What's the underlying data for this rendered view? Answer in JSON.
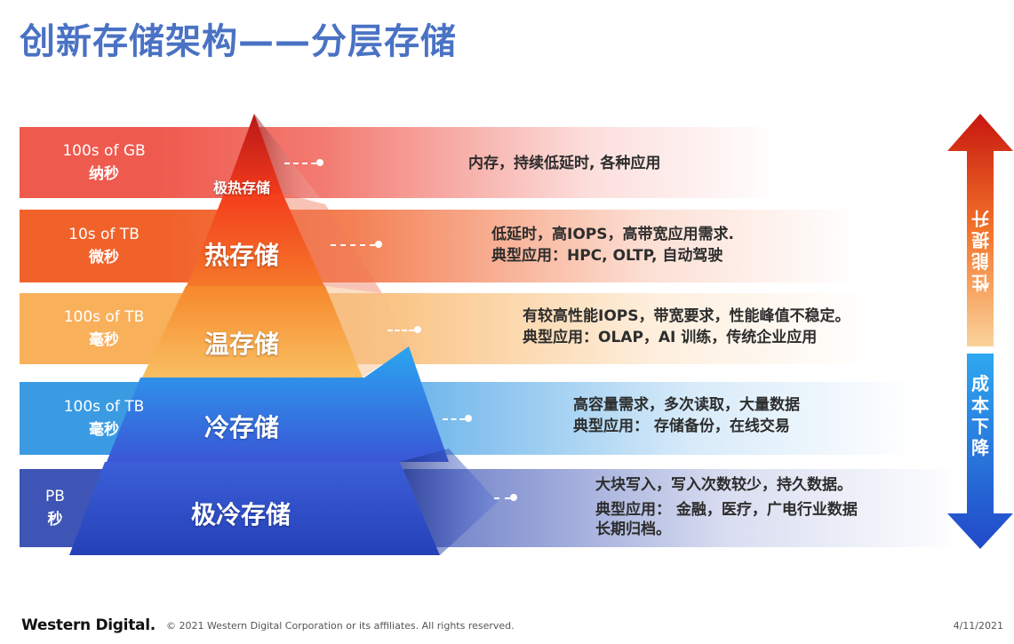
{
  "title": "创新存储架构——分层存储",
  "tiers": [
    {
      "name": "极热存储",
      "capacity": "100s of GB",
      "latency": "纳秒",
      "desc": [
        "内存，持续低延时, 各种应用"
      ],
      "color": "#ef5a4e"
    },
    {
      "name": "热存储",
      "capacity": "10s of  TB",
      "latency": "微秒",
      "desc": [
        "低延时，高IOPS，高带宽应用需求.",
        "典型应用：HPC, OLTP, 自动驾驶"
      ],
      "color": "#f1622b"
    },
    {
      "name": "温存储",
      "capacity": "100s of TB",
      "latency": "毫秒",
      "desc": [
        "有较高性能IOPS，带宽要求，性能峰值不稳定。",
        "典型应用：OLAP，AI 训练，传统企业应用"
      ],
      "color": "#f8b05b"
    },
    {
      "name": "冷存储",
      "capacity": "100s of TB",
      "latency": "毫秒",
      "desc": [
        "高容量需求，多次读取，大量数据",
        "典型应用： 存储备份，在线交易"
      ],
      "color": "#3a9be3"
    },
    {
      "name": "极冷存储",
      "capacity": "PB",
      "latency": "秒",
      "desc": [
        "大块写入，写入次数较少，持久数据。",
        "典型应用： 金融，医疗，广电行业数据",
        "长期归档。"
      ],
      "color": "#3e55b5"
    }
  ],
  "arrow": {
    "up_label": "性能提升",
    "down_label": "成本下降"
  },
  "footer": {
    "logo": "Western Digital.",
    "copyright": "© 2021 Western Digital Corporation or its affiliates. All rights reserved.",
    "date": "4/11/2021"
  }
}
